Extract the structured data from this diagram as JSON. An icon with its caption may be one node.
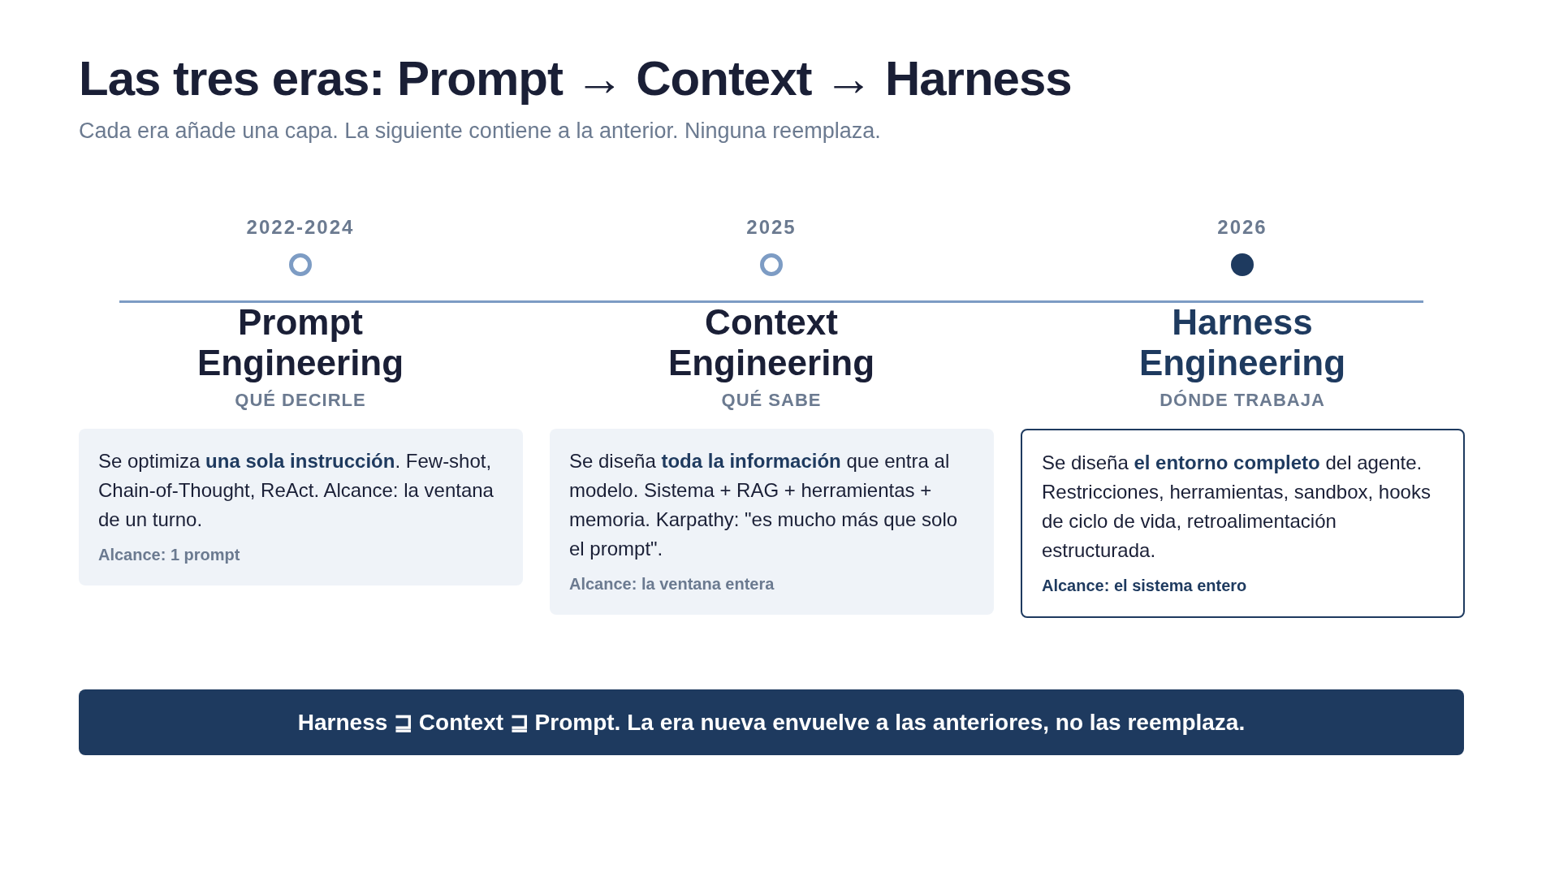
{
  "diagram": {
    "title": "Las tres eras: Prompt → Context → Harness",
    "nodes": [
      {
        "text": [],
        "shape": "circle",
        "beside": [
          "2022-2024"
        ]
      },
      {
        "text": [],
        "shape": "circle",
        "beside": [
          "2025"
        ]
      },
      {
        "text": [],
        "shape": "circle",
        "beside": [
          "2026"
        ]
      },
      {
        "text": [
          "Se optimiza **una sola instrucción**. Few-shot, Chain-of-Thought, ReAct. Alcance: la ventana de un turno.",
          "Alcance: 1 prompt"
        ],
        "beside": [
          "Prompt Engineering",
          "QUÉ DECIRLE"
        ]
      },
      {
        "text": [
          "Se diseña **toda la información** que entra al modelo. Sistema + RAG + herramientas + memoria. Karpathy: \"es mucho más que solo el prompt\".",
          "Alcance: la ventana entera"
        ],
        "beside": [
          "Context Engineering",
          "QUÉ SABE"
        ]
      },
      {
        "text": [
          "Se diseña **el entorno completo** del agente. Restricciones, herramientas, sandbox, hooks de ciclo de vida, retroalimentación estructurada.",
          "Alcance: el sistema entero"
        ],
        "beside": [
          "Harness Engineering",
          "DÓNDE TRABAJA"
        ]
      },
      {
        "text": [
          "Harness ⊒ Context ⊒ Prompt. La era nueva envuelve a las anteriores, no las reemplaza."
        ]
      }
    ],
    "labels": [
      "Cada era añade una capa. La siguiente contiene a la anterior. Ninguna reemplaza."
    ]
  }
}
